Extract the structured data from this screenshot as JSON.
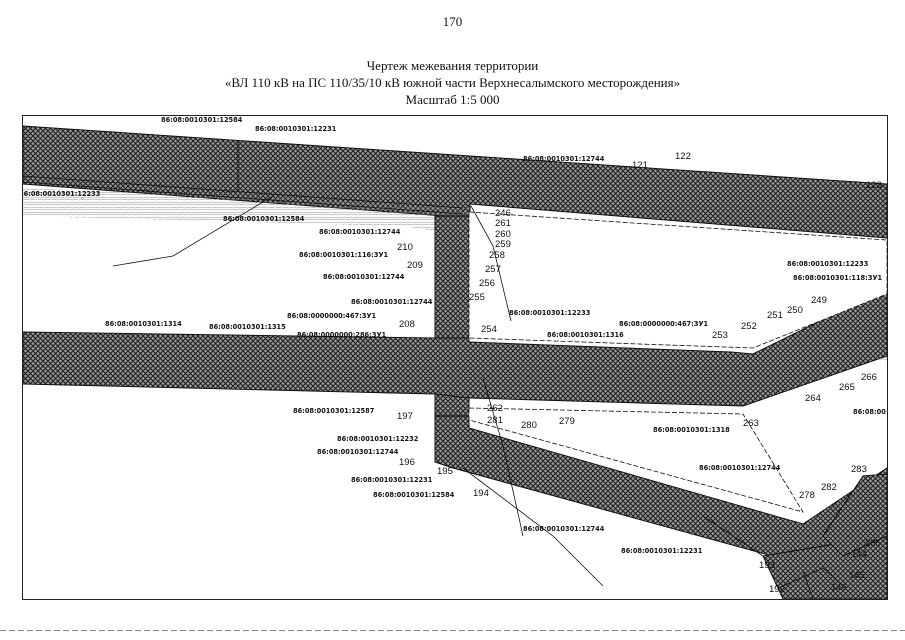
{
  "page": {
    "number": "170"
  },
  "title": {
    "line1": "Чертеж межевания территории",
    "line2": "«ВЛ 110 кВ на ПС 110/35/10 кВ южной части Верхнесалымского месторождения»",
    "line3": "Масштаб 1:5 000"
  },
  "colors": {
    "hatch": "#2b2b2b",
    "ink": "#111111",
    "background": "#ffffff"
  },
  "cadastral_labels": [
    "86:08:0010301:12584",
    "86:08:0010301:12231",
    "86:08:0010301:12744",
    "86:08:0010301:12233",
    "86:08:0010301:118:ЗУ1",
    "86:08:0010301:12584",
    "86:08:0010301:12744",
    "86:08:0010301:116:ЗУ1",
    "86:08:0010301:12744",
    "86:08:0010301:12744",
    "86:08:0000000:467:ЗУ1",
    "86:08:0000000:286:ЗУ1",
    "86:08:0010301:1314",
    "86:08:0010301:1315",
    "86:08:0010301:12233",
    "86:08:0000000:467:ЗУ1",
    "86:08:0010301:1316",
    "86:08:0010301:12587",
    "86:08:0010301:12232",
    "86:08:0010301:12744",
    "86:08:0010301:12231",
    "86:08:0010301:12584",
    "86:08:0010301:1318",
    "86:08:0010301:12744",
    "86:08:0010301:12744",
    "86:08:0010301:12231",
    "86:08:00",
    "86:08:0010301:12233"
  ],
  "point_labels": [
    "121",
    "122",
    "123",
    "246",
    "261",
    "260",
    "259",
    "258",
    "257",
    "256",
    "255",
    "210",
    "209",
    "208",
    "254",
    "253",
    "252",
    "251",
    "250",
    "249",
    "264",
    "265",
    "266",
    "263",
    "262",
    "197",
    "281",
    "280",
    "279",
    "196",
    "195",
    "194",
    "278",
    "282",
    "283",
    "285",
    "144",
    "145",
    "146",
    "193",
    "192"
  ]
}
